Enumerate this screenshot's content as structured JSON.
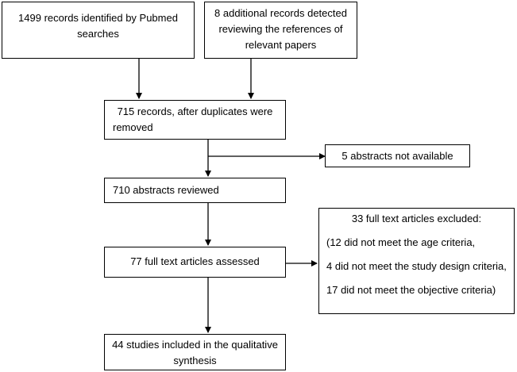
{
  "flowchart": {
    "pubmed_box": {
      "lines": [
        "1499 records identified by Pubmed",
        "searches"
      ]
    },
    "additional_box": {
      "lines": [
        "8 additional records detected",
        "reviewing the references of",
        "relevant papers"
      ]
    },
    "duplicates_box": {
      "lines": [
        "715 records, after duplicates were",
        "removed"
      ]
    },
    "not_available_box": {
      "lines": [
        "5 abstracts not available"
      ]
    },
    "reviewed_box": {
      "lines": [
        "710 abstracts reviewed"
      ]
    },
    "excluded_box": {
      "title": "33 full text articles excluded:",
      "lines": [
        "(12 did not meet the age criteria,",
        "4 did not meet the study design criteria,",
        "17 did not meet the objective criteria)"
      ]
    },
    "assessed_box": {
      "lines": [
        "77 full text articles assessed"
      ]
    },
    "included_box": {
      "lines": [
        "44 studies included in the qualitative",
        "synthesis"
      ]
    }
  }
}
